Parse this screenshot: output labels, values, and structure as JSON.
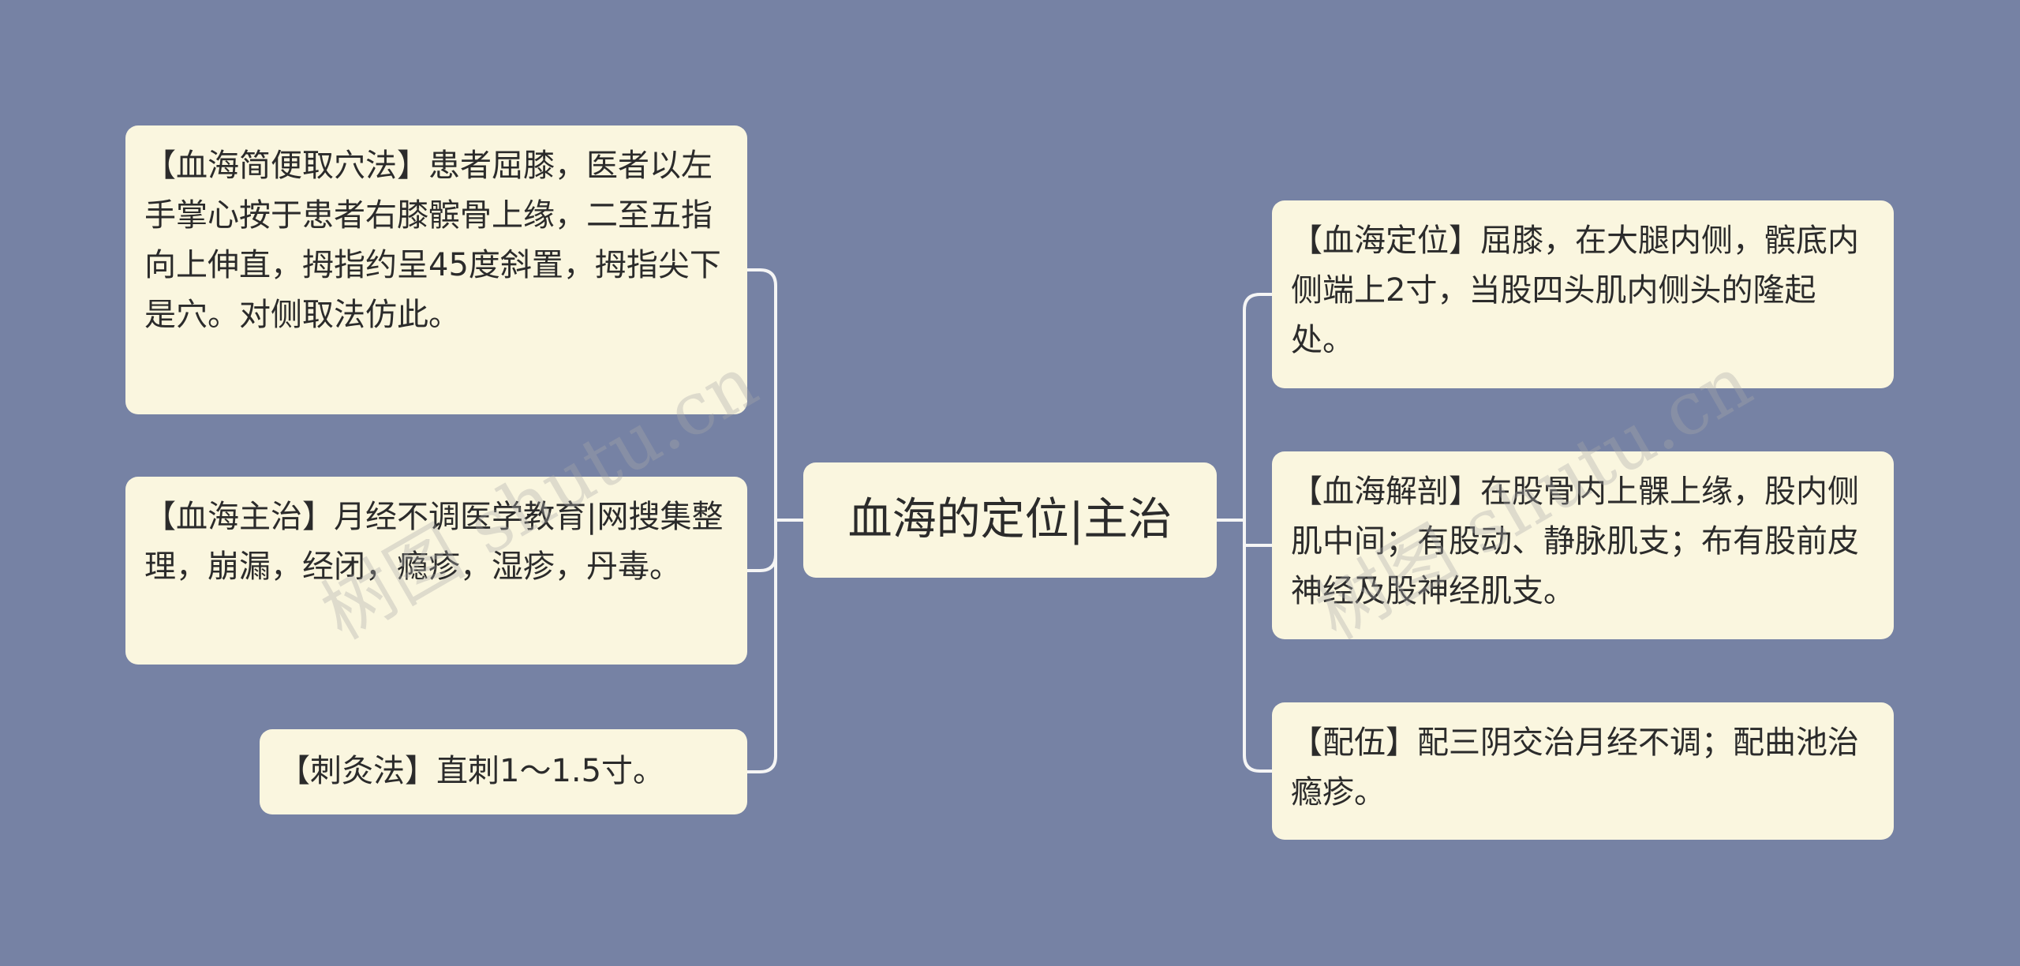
{
  "center": {
    "text": "血海的定位|主治"
  },
  "left_nodes": [
    {
      "text": "【血海简便取穴法】患者屈膝，医者以左手掌心按于患者右膝髌骨上缘，二至五指向上伸直，拇指约呈45度斜置，拇指尖下是穴。对侧取法仿此。"
    },
    {
      "text": "【血海主治】月经不调医学教育|网搜集整理，崩漏，经闭，瘾疹，湿疹，丹毒。"
    },
    {
      "text": "【刺灸法】直刺1～1.5寸。"
    }
  ],
  "right_nodes": [
    {
      "text": "【血海定位】屈膝，在大腿内侧，髌底内侧端上2寸，当股四头肌内侧头的隆起处。"
    },
    {
      "text": "【血海解剖】在股骨内上髁上缘，股内侧肌中间；有股动、静脉肌支；布有股前皮神经及股神经肌支。"
    },
    {
      "text": "【配伍】配三阴交治月经不调；配曲池治瘾疹。"
    }
  ],
  "watermark": {
    "text": "树图 shutu.cn"
  },
  "colors": {
    "background": "#7682a4",
    "node_fill": "#faf6df",
    "connector": "#f5f5f5"
  }
}
